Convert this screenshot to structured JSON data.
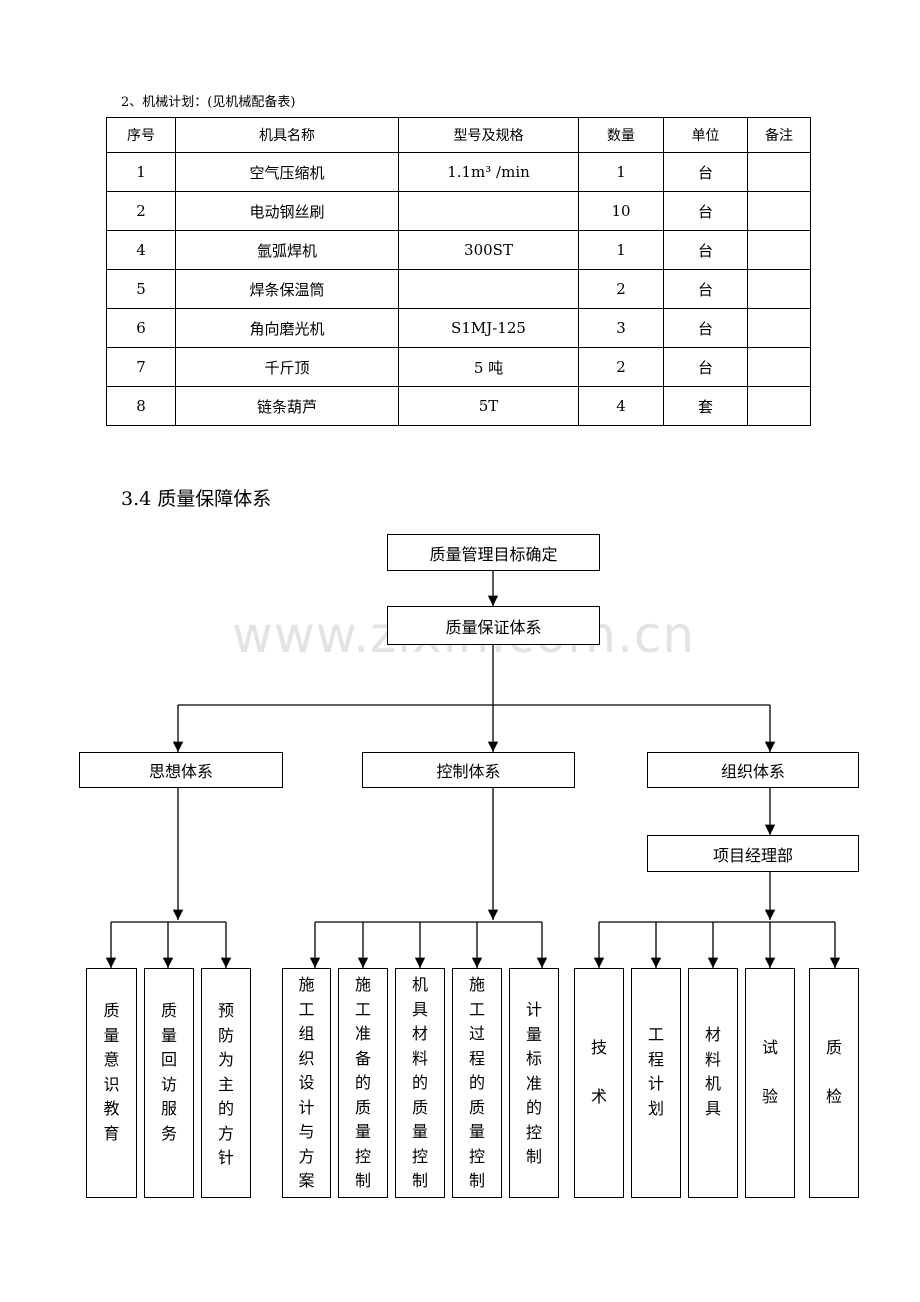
{
  "machinery": {
    "label": "2、机械计划：(见机械配备表)",
    "headers": [
      "序号",
      "机具名称",
      "型号及规格",
      "数量",
      "单位",
      "备注"
    ],
    "rows": [
      [
        "1",
        "空气压缩机",
        "1.1m³ /min",
        "1",
        "台",
        ""
      ],
      [
        "2",
        "电动钢丝刷",
        "",
        "10",
        "台",
        ""
      ],
      [
        "4",
        "氩弧焊机",
        "300ST",
        "1",
        "台",
        ""
      ],
      [
        "5",
        "焊条保温筒",
        "",
        "2",
        "台",
        ""
      ],
      [
        "6",
        "角向磨光机",
        "S1MJ-125",
        "3",
        "台",
        ""
      ],
      [
        "7",
        "千斤顶",
        "5 吨",
        "2",
        "台",
        ""
      ],
      [
        "8",
        "链条葫芦",
        "5T",
        "4",
        "套",
        ""
      ]
    ]
  },
  "quality": {
    "heading": "3.4 质量保障体系",
    "watermark": "www.zixin.com.cn",
    "top": "质量管理目标确定",
    "system": "质量保证体系",
    "thought": "思想体系",
    "control": "控制体系",
    "organization": "组织体系",
    "pm": "项目经理部",
    "leaves_thought": [
      "质量意识教育",
      "质量回访服务",
      "预防为主的方针"
    ],
    "leaves_control": [
      "施工组织设计与方案",
      "施工准备的质量控制",
      "机具材料的质量控制",
      "施工过程的质量控制",
      "计量标准的控制"
    ],
    "leaves_org": [
      "技术",
      "工程计划",
      "材料机具",
      "试验",
      "质检"
    ]
  }
}
